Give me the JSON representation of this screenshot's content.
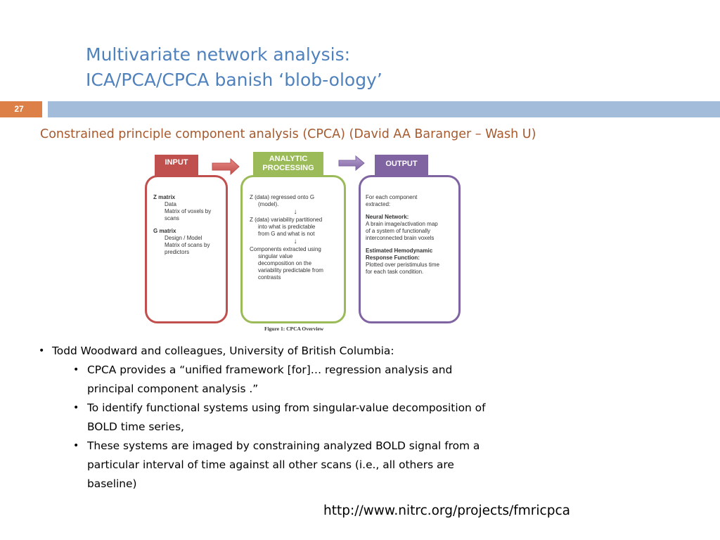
{
  "slide": {
    "title_line1": "Multivariate network analysis:",
    "title_line2": "ICA/PCA/CPCA banish ‘blob-ology’",
    "slide_number": "27",
    "subtitle": "Constrained principle component analysis (CPCA) (David AA Baranger – Wash U)"
  },
  "figure": {
    "input": {
      "header": "INPUT",
      "z_matrix": "Z matrix",
      "z_items": [
        "Data",
        "Matrix of voxels by",
        "scans"
      ],
      "g_matrix": "G matrix",
      "g_items": [
        "Design / Model",
        "Matrix of scans by",
        "predictors"
      ]
    },
    "processing": {
      "header_line1": "ANALYTIC",
      "header_line2": "PROCESSING",
      "step1": [
        "Z (data) regressed onto G",
        "(model)."
      ],
      "arrow": "↓",
      "step2": [
        "Z (data) variability partitioned",
        "into what is predictable",
        "from G and what is not"
      ],
      "step3": [
        "Components extracted using",
        "singular value",
        "decomposition on the",
        "variability predictable from",
        "contrasts"
      ]
    },
    "output": {
      "header": "OUTPUT",
      "intro": [
        "For each component",
        "extracted:"
      ],
      "neural_title": "Neural Network:",
      "neural_text": [
        "A brain image/activation map",
        "of a system of functionally",
        "interconnected brain voxels"
      ],
      "hrf_title": [
        "Estimated Hemodynamic",
        "Response Function:"
      ],
      "hrf_text": [
        "Plotted over peristimulus time",
        "for each task condition."
      ]
    },
    "caption": "Figure 1: CPCA Overview",
    "colors": {
      "input": "#c0504d",
      "processing": "#9bbb59",
      "output": "#8064a2"
    }
  },
  "bullets": {
    "main": "Todd Woodward and colleagues, University of British Columbia:",
    "sub": [
      [
        "CPCA provides a “unified framework [for]… regression analysis and",
        "principal component analysis .”"
      ],
      [
        "To identify functional systems using from singular-value decomposition of",
        "BOLD time series,"
      ],
      [
        "These systems are imaged by constraining analyzed BOLD signal from a",
        "particular interval of time against all other scans (i.e., all others are",
        "baseline)"
      ]
    ]
  },
  "link": "http://www.nitrc.org/projects/fmricpca"
}
